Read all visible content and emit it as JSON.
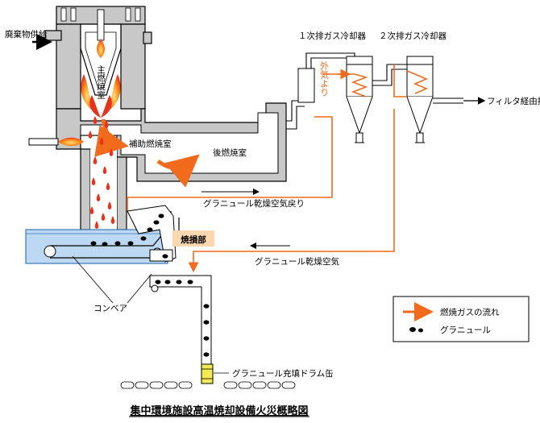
{
  "title": "集中環境施設高温焼却設備火災概略図",
  "labels": {
    "waste_feed": "廃棄物供給",
    "main_chamber": "主燃焼室",
    "aux_chamber": "補助燃焼室",
    "post_chamber": "後燃焼室",
    "cooler1": "１次排ガス冷却器",
    "cooler2": "２次排ガス冷却器",
    "outside_air": "外気より",
    "filter_stack": "フィルタ経由排気筒へ",
    "granule_dry_air_return": "グラニュール乾燥空気戻り",
    "burn_area": "焼損部",
    "granule_dry_air": "グラニュール乾燥空気",
    "conveyor": "コンベア",
    "drum": "グラニュール充填ドラム缶"
  },
  "legend": {
    "gas_flow": "燃焼ガスの流れ",
    "granule": "グラニュール"
  },
  "colors": {
    "gas_flow": "#f26b1d",
    "water": "#bcd8f2",
    "wall": "#c8c8c8",
    "burn_area_bg": "#fbd9b0",
    "drum": "#f2ea52",
    "flame": "#e8321c"
  }
}
